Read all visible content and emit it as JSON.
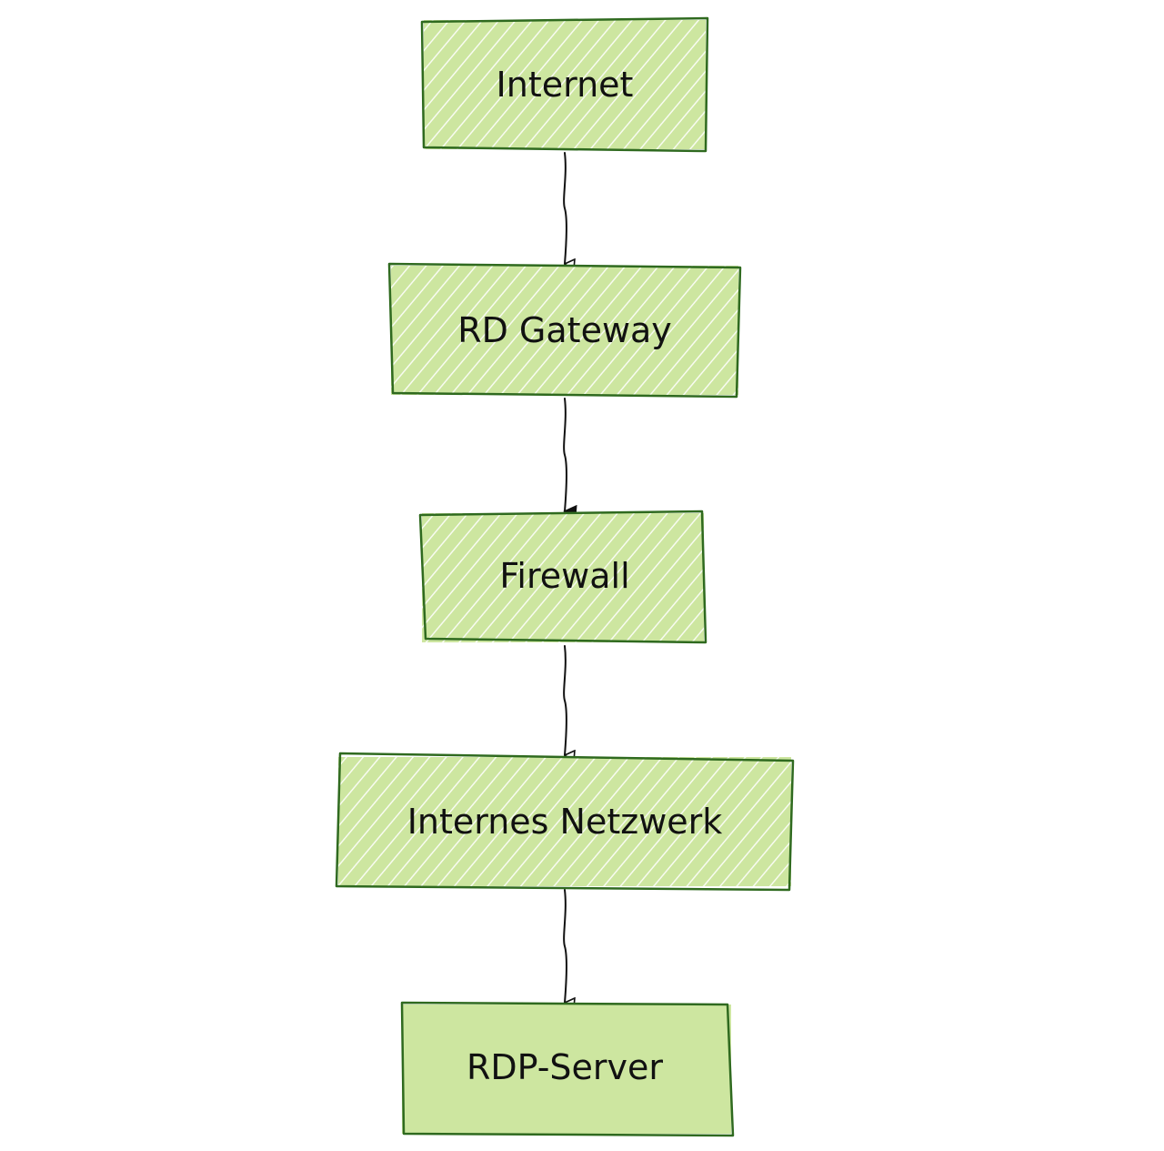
{
  "colors": {
    "fill": "#cde6a0",
    "stroke": "#2f6a1f",
    "hatch": "#ffffff",
    "edge": "#111111"
  },
  "nodes": [
    {
      "id": "internet",
      "label": "Internet",
      "fill_style": "hatched"
    },
    {
      "id": "rd-gateway",
      "label": "RD Gateway",
      "fill_style": "hatched"
    },
    {
      "id": "firewall",
      "label": "Firewall",
      "fill_style": "hatched"
    },
    {
      "id": "internes-netzwerk",
      "label": "Internes Netzwerk",
      "fill_style": "hatched"
    },
    {
      "id": "rdp-server",
      "label": "RDP-Server",
      "fill_style": "solid"
    }
  ],
  "edges": [
    {
      "from": "internet",
      "to": "rd-gateway",
      "arrowhead": "open"
    },
    {
      "from": "rd-gateway",
      "to": "firewall",
      "arrowhead": "filled"
    },
    {
      "from": "firewall",
      "to": "internes-netzwerk",
      "arrowhead": "open"
    },
    {
      "from": "internes-netzwerk",
      "to": "rdp-server",
      "arrowhead": "open"
    }
  ]
}
